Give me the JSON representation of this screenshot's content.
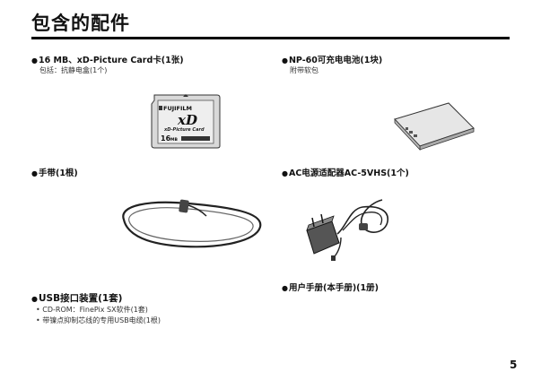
{
  "page": {
    "title": "包含的配件",
    "page_number": "5"
  },
  "items": [
    {
      "bullet": "●",
      "text": "16 MB、xD-Picture Card卡(1张)",
      "sub": [
        "包括：抗静电盒(1个)"
      ]
    },
    {
      "bullet": "●",
      "text": "NP-60可充电电池(1块)",
      "sub": [
        "附带软包"
      ]
    },
    {
      "bullet": "●",
      "text": "手带(1根)",
      "sub": []
    },
    {
      "bullet": "●",
      "text": "AC电源适配器AC-5VHS(1个)",
      "sub": []
    },
    {
      "bullet": "●",
      "text": "用户手册(本手册)(1册)",
      "sub": []
    },
    {
      "bullet": "●",
      "text": "USB接口装置(1套)",
      "sub": [
        "• CD-ROM：FinePix SX软件(1套)",
        "• 带镍点抑制芯线的专用USB电缆(1根)"
      ]
    }
  ],
  "card": {
    "brand": "FUJIFILM",
    "logo": "xD",
    "name": "xD-Picture Card",
    "capacity": "16",
    "unit": "MB"
  }
}
